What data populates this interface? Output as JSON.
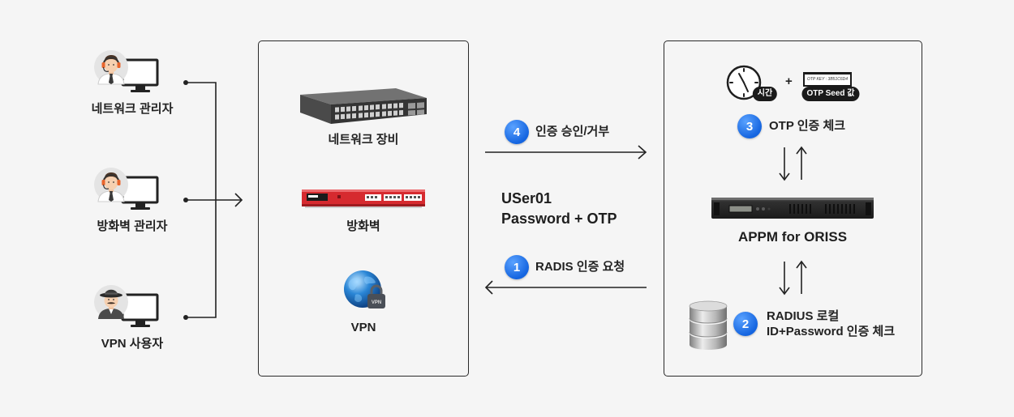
{
  "users": {
    "network_admin": {
      "label": "네트워크 관리자",
      "icon": "headset-admin-icon"
    },
    "firewall_admin": {
      "label": "방화벽 관리자",
      "icon": "headset-admin-icon"
    },
    "vpn_user": {
      "label": "VPN 사용자",
      "icon": "hat-user-icon"
    }
  },
  "devices": {
    "network": {
      "label": "네트워크 장비",
      "icon": "network-switch-icon"
    },
    "firewall": {
      "label": "방화벽",
      "icon": "firewall-appliance-icon"
    },
    "vpn": {
      "label": "VPN",
      "icon": "vpn-globe-lock-icon",
      "lock_text": "VPN"
    }
  },
  "flow": {
    "approve": {
      "num": "4",
      "label": "인증 승인/거부"
    },
    "credentials": {
      "user": "USer01",
      "secret": "Password + OTP"
    },
    "request": {
      "num": "1",
      "label": "RADIS 인증 요청"
    }
  },
  "auth_server": {
    "clock_icon": "clock-icon",
    "time_badge": "시간",
    "plus": "+",
    "otp_card_text": "OTP KEY : 3B51C6D4",
    "seed_badge": "OTP Seed 값",
    "otp_check": {
      "num": "3",
      "label": "OTP 인증 체크"
    },
    "appliance_icon": "rack-server-icon",
    "appliance_label": "APPM for ORISS",
    "database_icon": "database-icon",
    "local_check": {
      "num": "2",
      "line1": "RADIUS 로컬",
      "line2": "ID+Password 인증 체크"
    }
  },
  "colors": {
    "background": "#f5f5f5",
    "panel_border": "#2a2a2a",
    "step_badge": "#1565e0",
    "pill_badge": "#1a1a1a",
    "firewall_red": "#d62a2f"
  }
}
